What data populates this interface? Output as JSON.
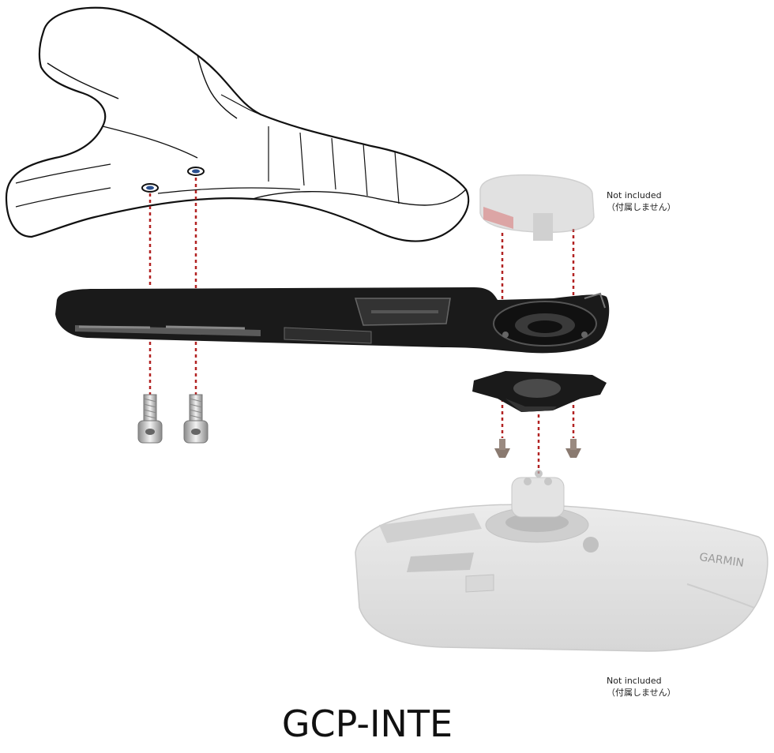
{
  "notes": [
    {
      "line1": "Not included",
      "line2": "（付属しません）"
    },
    {
      "line1": "Not included",
      "line2": "（付属しません）"
    }
  ],
  "title": "GCP-INTE",
  "brand_mark": "GARMIN",
  "colors": {
    "line_art": "#111111",
    "mount_body": "#1a1a1a",
    "guide_line": "#b22222",
    "ghost_part": "#cfcfcf",
    "bolt": "#c8c8c8"
  }
}
